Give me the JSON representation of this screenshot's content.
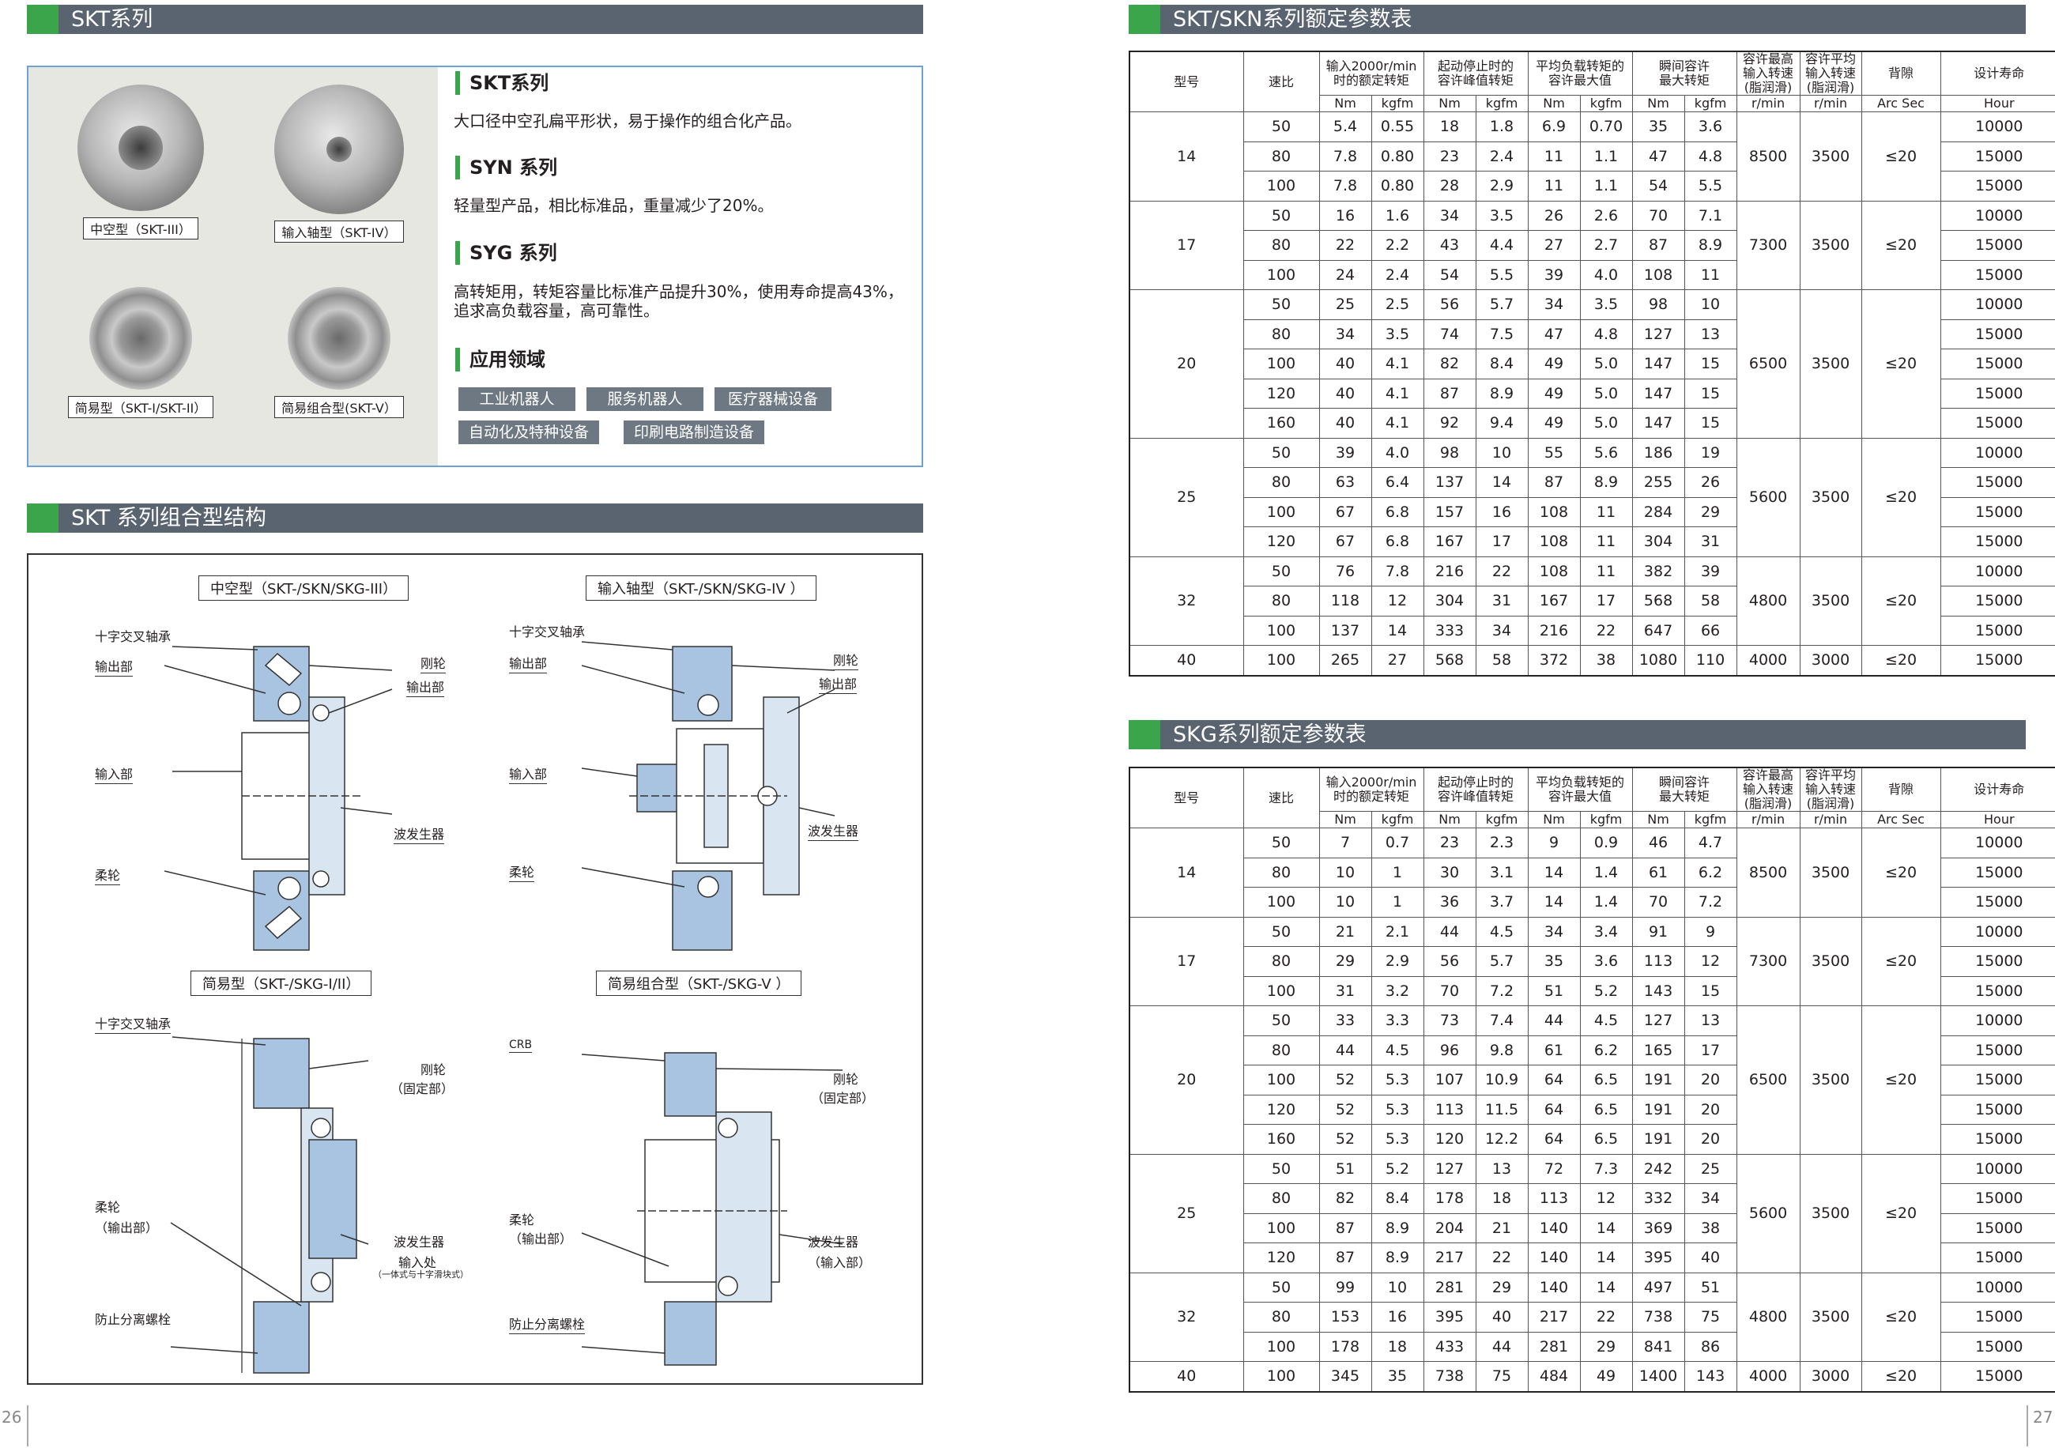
{
  "left_header": "SKT系列",
  "struct_header": "SKT 系列组合型结构",
  "skt_table_header": "SKT/SKN系列额定参数表",
  "skg_table_header": "SKG系列额定参数表",
  "products": [
    {
      "label": "中空型（SKT-III）"
    },
    {
      "label": "输入轴型（SKT-IV）"
    },
    {
      "label": "简易型（SKT-I/SKT-II）"
    },
    {
      "label": "简易组合型(SKT-V）"
    }
  ],
  "series": [
    {
      "title": "SKT系列",
      "desc": "大口径中空孔扁平形状，易于操作的组合化产品。"
    },
    {
      "title": "SYN 系列",
      "desc": "轻量型产品，相比标准品，重量减少了20%。"
    },
    {
      "title": "SYG 系列",
      "desc": "高转矩用，转矩容量比标准产品提升30%，使用寿命提高43%，追求高负载容量，高可靠性。"
    }
  ],
  "application": {
    "title": "应用领域",
    "tags": [
      "工业机器人",
      "服务机器人",
      "医疗器械设备",
      "自动化及特种设备",
      "印刷电路制造设备"
    ]
  },
  "diagrams": {
    "d1": {
      "title": "中空型（SKT-/SKN/SKG-III）",
      "labels": [
        "十字交叉轴承",
        "输出部",
        "刚轮",
        "输出部",
        "输入部",
        "波发生器",
        "柔轮"
      ]
    },
    "d2": {
      "title": "输入轴型（SKT-/SKN/SKG-IV ）",
      "labels": [
        "十字交叉轴承",
        "输出部",
        "刚轮",
        "输出部",
        "输入部",
        "波发生器",
        "柔轮"
      ]
    },
    "d3": {
      "title": "简易型（SKT-/SKG-I/II）",
      "labels": [
        "十字交叉轴承",
        "刚轮",
        "（固定部）",
        "柔轮",
        "（输出部）",
        "波发生器",
        "输入处",
        "（一体式与十字滑块式）",
        "防止分离螺栓"
      ]
    },
    "d4": {
      "title": "简易组合型（SKT-/SKG-V ）",
      "labels": [
        "CRB",
        "刚轮",
        "（固定部）",
        "柔轮",
        "（输出部）",
        "波发生器",
        "（输入部）",
        "防止分离螺栓"
      ]
    }
  },
  "table_headers": {
    "model": "型号",
    "ratio": "速比",
    "rated": [
      "输入2000r/min",
      "时的额定转矩"
    ],
    "peak": [
      "起动停止时的",
      "容许峰值转矩"
    ],
    "avg": [
      "平均负载转矩的",
      "容许最大值"
    ],
    "inst": [
      "瞬间容许",
      "最大转矩"
    ],
    "maxspeed": [
      "容许最高",
      "输入转速",
      "(脂润滑)"
    ],
    "avgspeed": [
      "容许平均",
      "输入转速",
      "(脂润滑)"
    ],
    "backlash": "背隙",
    "life": "设计寿命",
    "units": [
      "Nm",
      "kgfm",
      "Nm",
      "kgfm",
      "Nm",
      "kgfm",
      "Nm",
      "kgfm",
      "r/min",
      "r/min",
      "Arc Sec",
      "Hour"
    ]
  },
  "skt_table": [
    {
      "model": "14",
      "maxspeed": "8500",
      "avgspeed": "3500",
      "backlash": "≤20",
      "rows": [
        [
          "50",
          "5.4",
          "0.55",
          "18",
          "1.8",
          "6.9",
          "0.70",
          "35",
          "3.6",
          "10000"
        ],
        [
          "80",
          "7.8",
          "0.80",
          "23",
          "2.4",
          "11",
          "1.1",
          "47",
          "4.8",
          "15000"
        ],
        [
          "100",
          "7.8",
          "0.80",
          "28",
          "2.9",
          "11",
          "1.1",
          "54",
          "5.5",
          "15000"
        ]
      ]
    },
    {
      "model": "17",
      "maxspeed": "7300",
      "avgspeed": "3500",
      "backlash": "≤20",
      "rows": [
        [
          "50",
          "16",
          "1.6",
          "34",
          "3.5",
          "26",
          "2.6",
          "70",
          "7.1",
          "10000"
        ],
        [
          "80",
          "22",
          "2.2",
          "43",
          "4.4",
          "27",
          "2.7",
          "87",
          "8.9",
          "15000"
        ],
        [
          "100",
          "24",
          "2.4",
          "54",
          "5.5",
          "39",
          "4.0",
          "108",
          "11",
          "15000"
        ]
      ]
    },
    {
      "model": "20",
      "maxspeed": "6500",
      "avgspeed": "3500",
      "backlash": "≤20",
      "rows": [
        [
          "50",
          "25",
          "2.5",
          "56",
          "5.7",
          "34",
          "3.5",
          "98",
          "10",
          "10000"
        ],
        [
          "80",
          "34",
          "3.5",
          "74",
          "7.5",
          "47",
          "4.8",
          "127",
          "13",
          "15000"
        ],
        [
          "100",
          "40",
          "4.1",
          "82",
          "8.4",
          "49",
          "5.0",
          "147",
          "15",
          "15000"
        ],
        [
          "120",
          "40",
          "4.1",
          "87",
          "8.9",
          "49",
          "5.0",
          "147",
          "15",
          "15000"
        ],
        [
          "160",
          "40",
          "4.1",
          "92",
          "9.4",
          "49",
          "5.0",
          "147",
          "15",
          "15000"
        ]
      ]
    },
    {
      "model": "25",
      "maxspeed": "5600",
      "avgspeed": "3500",
      "backlash": "≤20",
      "rows": [
        [
          "50",
          "39",
          "4.0",
          "98",
          "10",
          "55",
          "5.6",
          "186",
          "19",
          "10000"
        ],
        [
          "80",
          "63",
          "6.4",
          "137",
          "14",
          "87",
          "8.9",
          "255",
          "26",
          "15000"
        ],
        [
          "100",
          "67",
          "6.8",
          "157",
          "16",
          "108",
          "11",
          "284",
          "29",
          "15000"
        ],
        [
          "120",
          "67",
          "6.8",
          "167",
          "17",
          "108",
          "11",
          "304",
          "31",
          "15000"
        ]
      ]
    },
    {
      "model": "32",
      "maxspeed": "4800",
      "avgspeed": "3500",
      "backlash": "≤20",
      "rows": [
        [
          "50",
          "76",
          "7.8",
          "216",
          "22",
          "108",
          "11",
          "382",
          "39",
          "10000"
        ],
        [
          "80",
          "118",
          "12",
          "304",
          "31",
          "167",
          "17",
          "568",
          "58",
          "15000"
        ],
        [
          "100",
          "137",
          "14",
          "333",
          "34",
          "216",
          "22",
          "647",
          "66",
          "15000"
        ]
      ]
    },
    {
      "model": "40",
      "maxspeed": "4000",
      "avgspeed": "3000",
      "backlash": "≤20",
      "rows": [
        [
          "100",
          "265",
          "27",
          "568",
          "58",
          "372",
          "38",
          "1080",
          "110",
          "15000"
        ]
      ]
    }
  ],
  "skg_table": [
    {
      "model": "14",
      "maxspeed": "8500",
      "avgspeed": "3500",
      "backlash": "≤20",
      "rows": [
        [
          "50",
          "7",
          "0.7",
          "23",
          "2.3",
          "9",
          "0.9",
          "46",
          "4.7",
          "10000"
        ],
        [
          "80",
          "10",
          "1",
          "30",
          "3.1",
          "14",
          "1.4",
          "61",
          "6.2",
          "15000"
        ],
        [
          "100",
          "10",
          "1",
          "36",
          "3.7",
          "14",
          "1.4",
          "70",
          "7.2",
          "15000"
        ]
      ]
    },
    {
      "model": "17",
      "maxspeed": "7300",
      "avgspeed": "3500",
      "backlash": "≤20",
      "rows": [
        [
          "50",
          "21",
          "2.1",
          "44",
          "4.5",
          "34",
          "3.4",
          "91",
          "9",
          "10000"
        ],
        [
          "80",
          "29",
          "2.9",
          "56",
          "5.7",
          "35",
          "3.6",
          "113",
          "12",
          "15000"
        ],
        [
          "100",
          "31",
          "3.2",
          "70",
          "7.2",
          "51",
          "5.2",
          "143",
          "15",
          "15000"
        ]
      ]
    },
    {
      "model": "20",
      "maxspeed": "6500",
      "avgspeed": "3500",
      "backlash": "≤20",
      "rows": [
        [
          "50",
          "33",
          "3.3",
          "73",
          "7.4",
          "44",
          "4.5",
          "127",
          "13",
          "10000"
        ],
        [
          "80",
          "44",
          "4.5",
          "96",
          "9.8",
          "61",
          "6.2",
          "165",
          "17",
          "15000"
        ],
        [
          "100",
          "52",
          "5.3",
          "107",
          "10.9",
          "64",
          "6.5",
          "191",
          "20",
          "15000"
        ],
        [
          "120",
          "52",
          "5.3",
          "113",
          "11.5",
          "64",
          "6.5",
          "191",
          "20",
          "15000"
        ],
        [
          "160",
          "52",
          "5.3",
          "120",
          "12.2",
          "64",
          "6.5",
          "191",
          "20",
          "15000"
        ]
      ]
    },
    {
      "model": "25",
      "maxspeed": "5600",
      "avgspeed": "3500",
      "backlash": "≤20",
      "rows": [
        [
          "50",
          "51",
          "5.2",
          "127",
          "13",
          "72",
          "7.3",
          "242",
          "25",
          "10000"
        ],
        [
          "80",
          "82",
          "8.4",
          "178",
          "18",
          "113",
          "12",
          "332",
          "34",
          "15000"
        ],
        [
          "100",
          "87",
          "8.9",
          "204",
          "21",
          "140",
          "14",
          "369",
          "38",
          "15000"
        ],
        [
          "120",
          "87",
          "8.9",
          "217",
          "22",
          "140",
          "14",
          "395",
          "40",
          "15000"
        ]
      ]
    },
    {
      "model": "32",
      "maxspeed": "4800",
      "avgspeed": "3500",
      "backlash": "≤20",
      "rows": [
        [
          "50",
          "99",
          "10",
          "281",
          "29",
          "140",
          "14",
          "497",
          "51",
          "10000"
        ],
        [
          "80",
          "153",
          "16",
          "395",
          "40",
          "217",
          "22",
          "738",
          "75",
          "15000"
        ],
        [
          "100",
          "178",
          "18",
          "433",
          "44",
          "281",
          "29",
          "841",
          "86",
          "15000"
        ]
      ]
    },
    {
      "model": "40",
      "maxspeed": "4000",
      "avgspeed": "3000",
      "backlash": "≤20",
      "rows": [
        [
          "100",
          "345",
          "35",
          "738",
          "75",
          "484",
          "49",
          "1400",
          "143",
          "15000"
        ]
      ]
    }
  ],
  "page_numbers": {
    "left": "26",
    "right": "27"
  },
  "colors": {
    "header_bar": "#5a6470",
    "accent_green": "#3aa54b",
    "box_border": "#6ea2d6",
    "diagram_blue": "#a8c4e0"
  }
}
